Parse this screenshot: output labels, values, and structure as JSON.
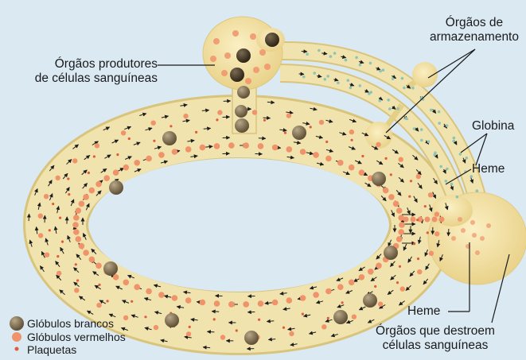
{
  "labels": {
    "producers_l1": "Órgãos produtores",
    "producers_l2": "de células sanguíneas",
    "storage_l1": "Órgãos de",
    "storage_l2": "armazenamento",
    "globin": "Globina",
    "heme_right": "Heme",
    "heme_bottom": "Heme",
    "destroyers_l1": "Órgãos que destroem",
    "destroyers_l2": "células sanguíneas"
  },
  "legend": {
    "white_cells": "Glóbulos brancos",
    "red_cells": "Glóbulos vermelhos",
    "platelets": "Plaquetas"
  },
  "colors": {
    "background": "#dbe9f3",
    "vessel": "#f1e3ad",
    "vessel_edge": "#d9c47c",
    "organ": "#f6e6a6",
    "white_cell": "#7a6a4e",
    "red_cell": "#f0936b",
    "platelet": "#e05a3c",
    "arrow": "#1c1c1c",
    "globin_dot": "#8ec4b6"
  }
}
